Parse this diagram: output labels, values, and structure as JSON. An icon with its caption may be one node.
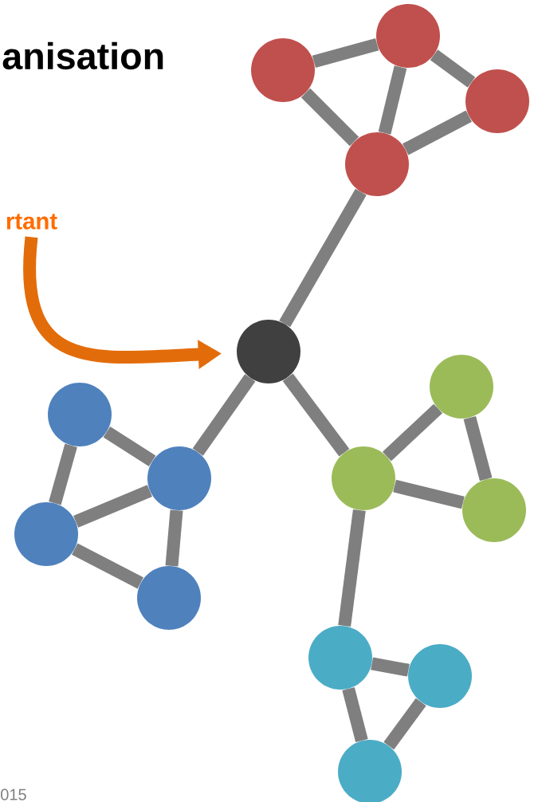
{
  "diagram": {
    "title": "anisation",
    "nodes": [
      {
        "text": [
          "rtant"
        ]
      },
      {
        "text": [],
        "shape": "circle"
      },
      {
        "text": [],
        "shape": "circle"
      },
      {
        "text": [],
        "shape": "circle"
      },
      {
        "text": [],
        "shape": "circle"
      },
      {
        "text": [],
        "shape": "circle"
      },
      {
        "text": [],
        "shape": "circle"
      },
      {
        "text": [],
        "shape": "circle"
      },
      {
        "text": [],
        "shape": "circle"
      },
      {
        "text": [],
        "shape": "circle"
      },
      {
        "text": [],
        "shape": "circle"
      },
      {
        "text": [],
        "shape": "circle"
      },
      {
        "text": [],
        "shape": "circle"
      },
      {
        "text": [],
        "shape": "circle"
      },
      {
        "text": [],
        "shape": "circle"
      },
      {
        "text": [],
        "shape": "circle"
      }
    ],
    "edges": [
      {
        "from": 1,
        "to": 2,
        "arrow": "none"
      },
      {
        "from": 1,
        "to": 4,
        "arrow": "none"
      },
      {
        "from": 2,
        "to": 4,
        "arrow": "none"
      },
      {
        "from": 2,
        "to": 3,
        "arrow": "none"
      },
      {
        "from": 3,
        "to": 4,
        "arrow": "none"
      },
      {
        "from": 4,
        "to": 5,
        "arrow": "none"
      },
      {
        "from": 5,
        "to": 7,
        "arrow": "none"
      },
      {
        "from": 5,
        "to": 11,
        "arrow": "none"
      },
      {
        "from": 6,
        "to": 7,
        "arrow": "none"
      },
      {
        "from": 6,
        "to": 8,
        "arrow": "none"
      },
      {
        "from": 7,
        "to": 8,
        "arrow": "none"
      },
      {
        "from": 7,
        "to": 9,
        "arrow": "none"
      },
      {
        "from": 8,
        "to": 9,
        "arrow": "none"
      },
      {
        "from": 10,
        "to": 11,
        "arrow": "none"
      },
      {
        "from": 10,
        "to": 12,
        "arrow": "none"
      },
      {
        "from": 11,
        "to": 12,
        "arrow": "none"
      },
      {
        "from": 11,
        "to": 13,
        "arrow": "none"
      },
      {
        "from": 13,
        "to": 14,
        "arrow": "none"
      },
      {
        "from": 13,
        "to": 15,
        "arrow": "none"
      },
      {
        "from": 14,
        "to": 15,
        "arrow": "none"
      },
      {
        "from": 0,
        "to": 5,
        "arrow": "to",
        "color": "#e36c0a"
      }
    ],
    "labels": [
      "015"
    ]
  }
}
